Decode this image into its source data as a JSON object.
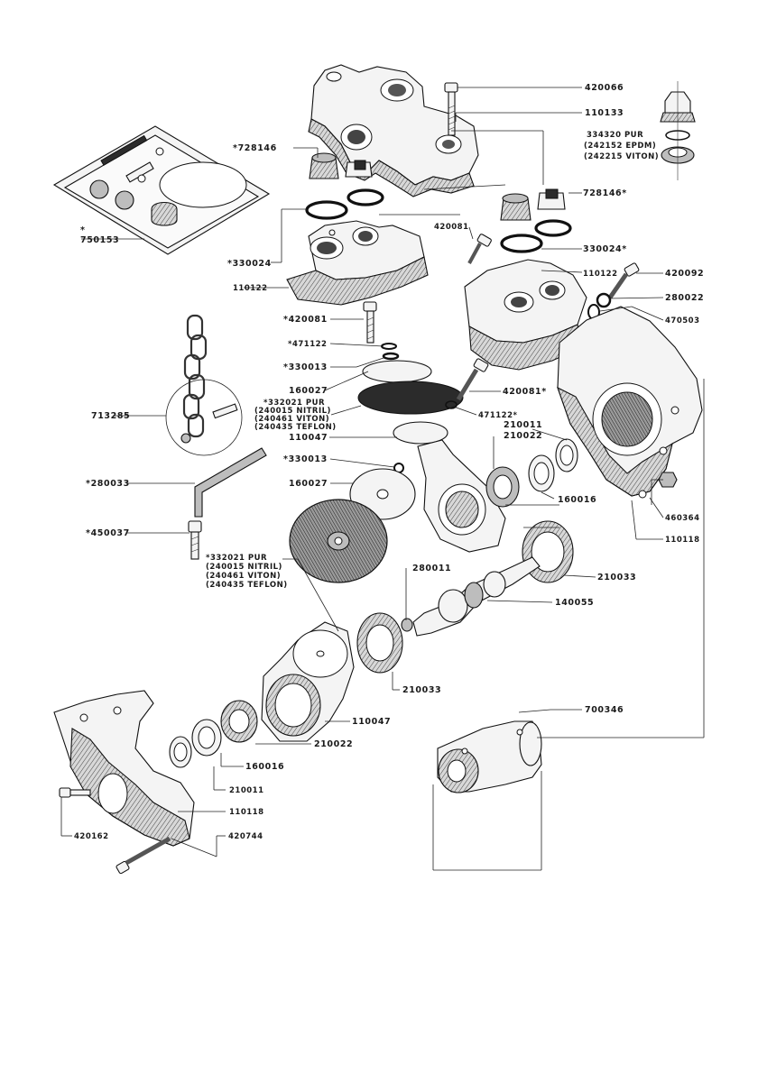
{
  "labels": {
    "l420066": "420066",
    "l110133": "110133",
    "l334320": "334320 PUR",
    "l242152": "(242152 EPDM)",
    "l242215": "(242215 VITON)",
    "l728146a": "*728146",
    "l728146b": "728146*",
    "l750153": "750153",
    "l750153star": "*",
    "l420081a": "420081",
    "l330024b": "330024*",
    "l330024a": "*330024",
    "l110122a": "110122",
    "l110122b": "110122",
    "l420092": "420092",
    "l280022": "280022",
    "l470503": "470503",
    "l420081b": "*420081",
    "l471122a": "*471122",
    "l330013a": "*330013",
    "l160027a": "160027",
    "l420081c": "420081*",
    "l332021a_1": "*332021 PUR",
    "l332021a_2": "(240015 NITRIL)",
    "l332021a_3": "(240461 VITON)",
    "l332021a_4": "(240435 TEFLON)",
    "l471122b": "471122*",
    "l713285": "713285",
    "l210011a": "210011",
    "l210022a": "210022",
    "l110047a": "110047",
    "l330013b": "*330013",
    "l160016a": "160016",
    "l280033": "*280033",
    "l160027b": "160027",
    "l460364": "460364",
    "l450037": "*450037",
    "l110118a": "110118",
    "l332021b_1": "*332021 PUR",
    "l332021b_2": "(240015 NITRIL)",
    "l332021b_3": "(240461 VITON)",
    "l332021b_4": "(240435 TEFLON)",
    "l280011": "280011",
    "l210033a": "210033",
    "l140055": "140055",
    "l210033b": "210033",
    "l700346": "700346",
    "l110047b": "110047",
    "l210022b": "210022",
    "l160016b": "160016",
    "l210011b": "210011",
    "l110118b": "110118",
    "l420162": "420162",
    "l420744": "420744"
  }
}
